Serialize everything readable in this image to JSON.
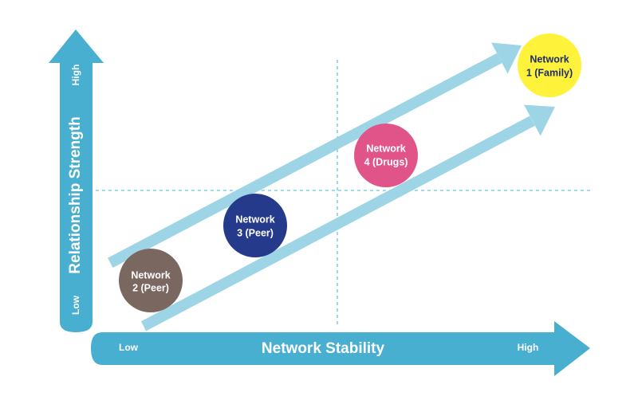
{
  "axes": {
    "y": {
      "title": "Relationship Strength",
      "low": "Low",
      "high": "High"
    },
    "x": {
      "title": "Network Stability",
      "low": "Low",
      "high": "High"
    }
  },
  "nodes": [
    {
      "id": "network-2",
      "line1": "Network",
      "line2": "2 (Peer)",
      "color": "#7a6760",
      "text_color": "#ffffff"
    },
    {
      "id": "network-3",
      "line1": "Network",
      "line2": "3 (Peer)",
      "color": "#253a8a",
      "text_color": "#ffffff"
    },
    {
      "id": "network-4",
      "line1": "Network",
      "line2": "4 (Drugs)",
      "color": "#e0548a",
      "text_color": "#ffffff"
    },
    {
      "id": "network-1",
      "line1": "Network",
      "line2": "1 (Family)",
      "color": "#fff23a",
      "text_color": "#1e2d6b"
    }
  ],
  "colors": {
    "axis": "#48afd0",
    "trend_arrow": "#9dd5e6",
    "guide_line": "#6cc3df"
  }
}
